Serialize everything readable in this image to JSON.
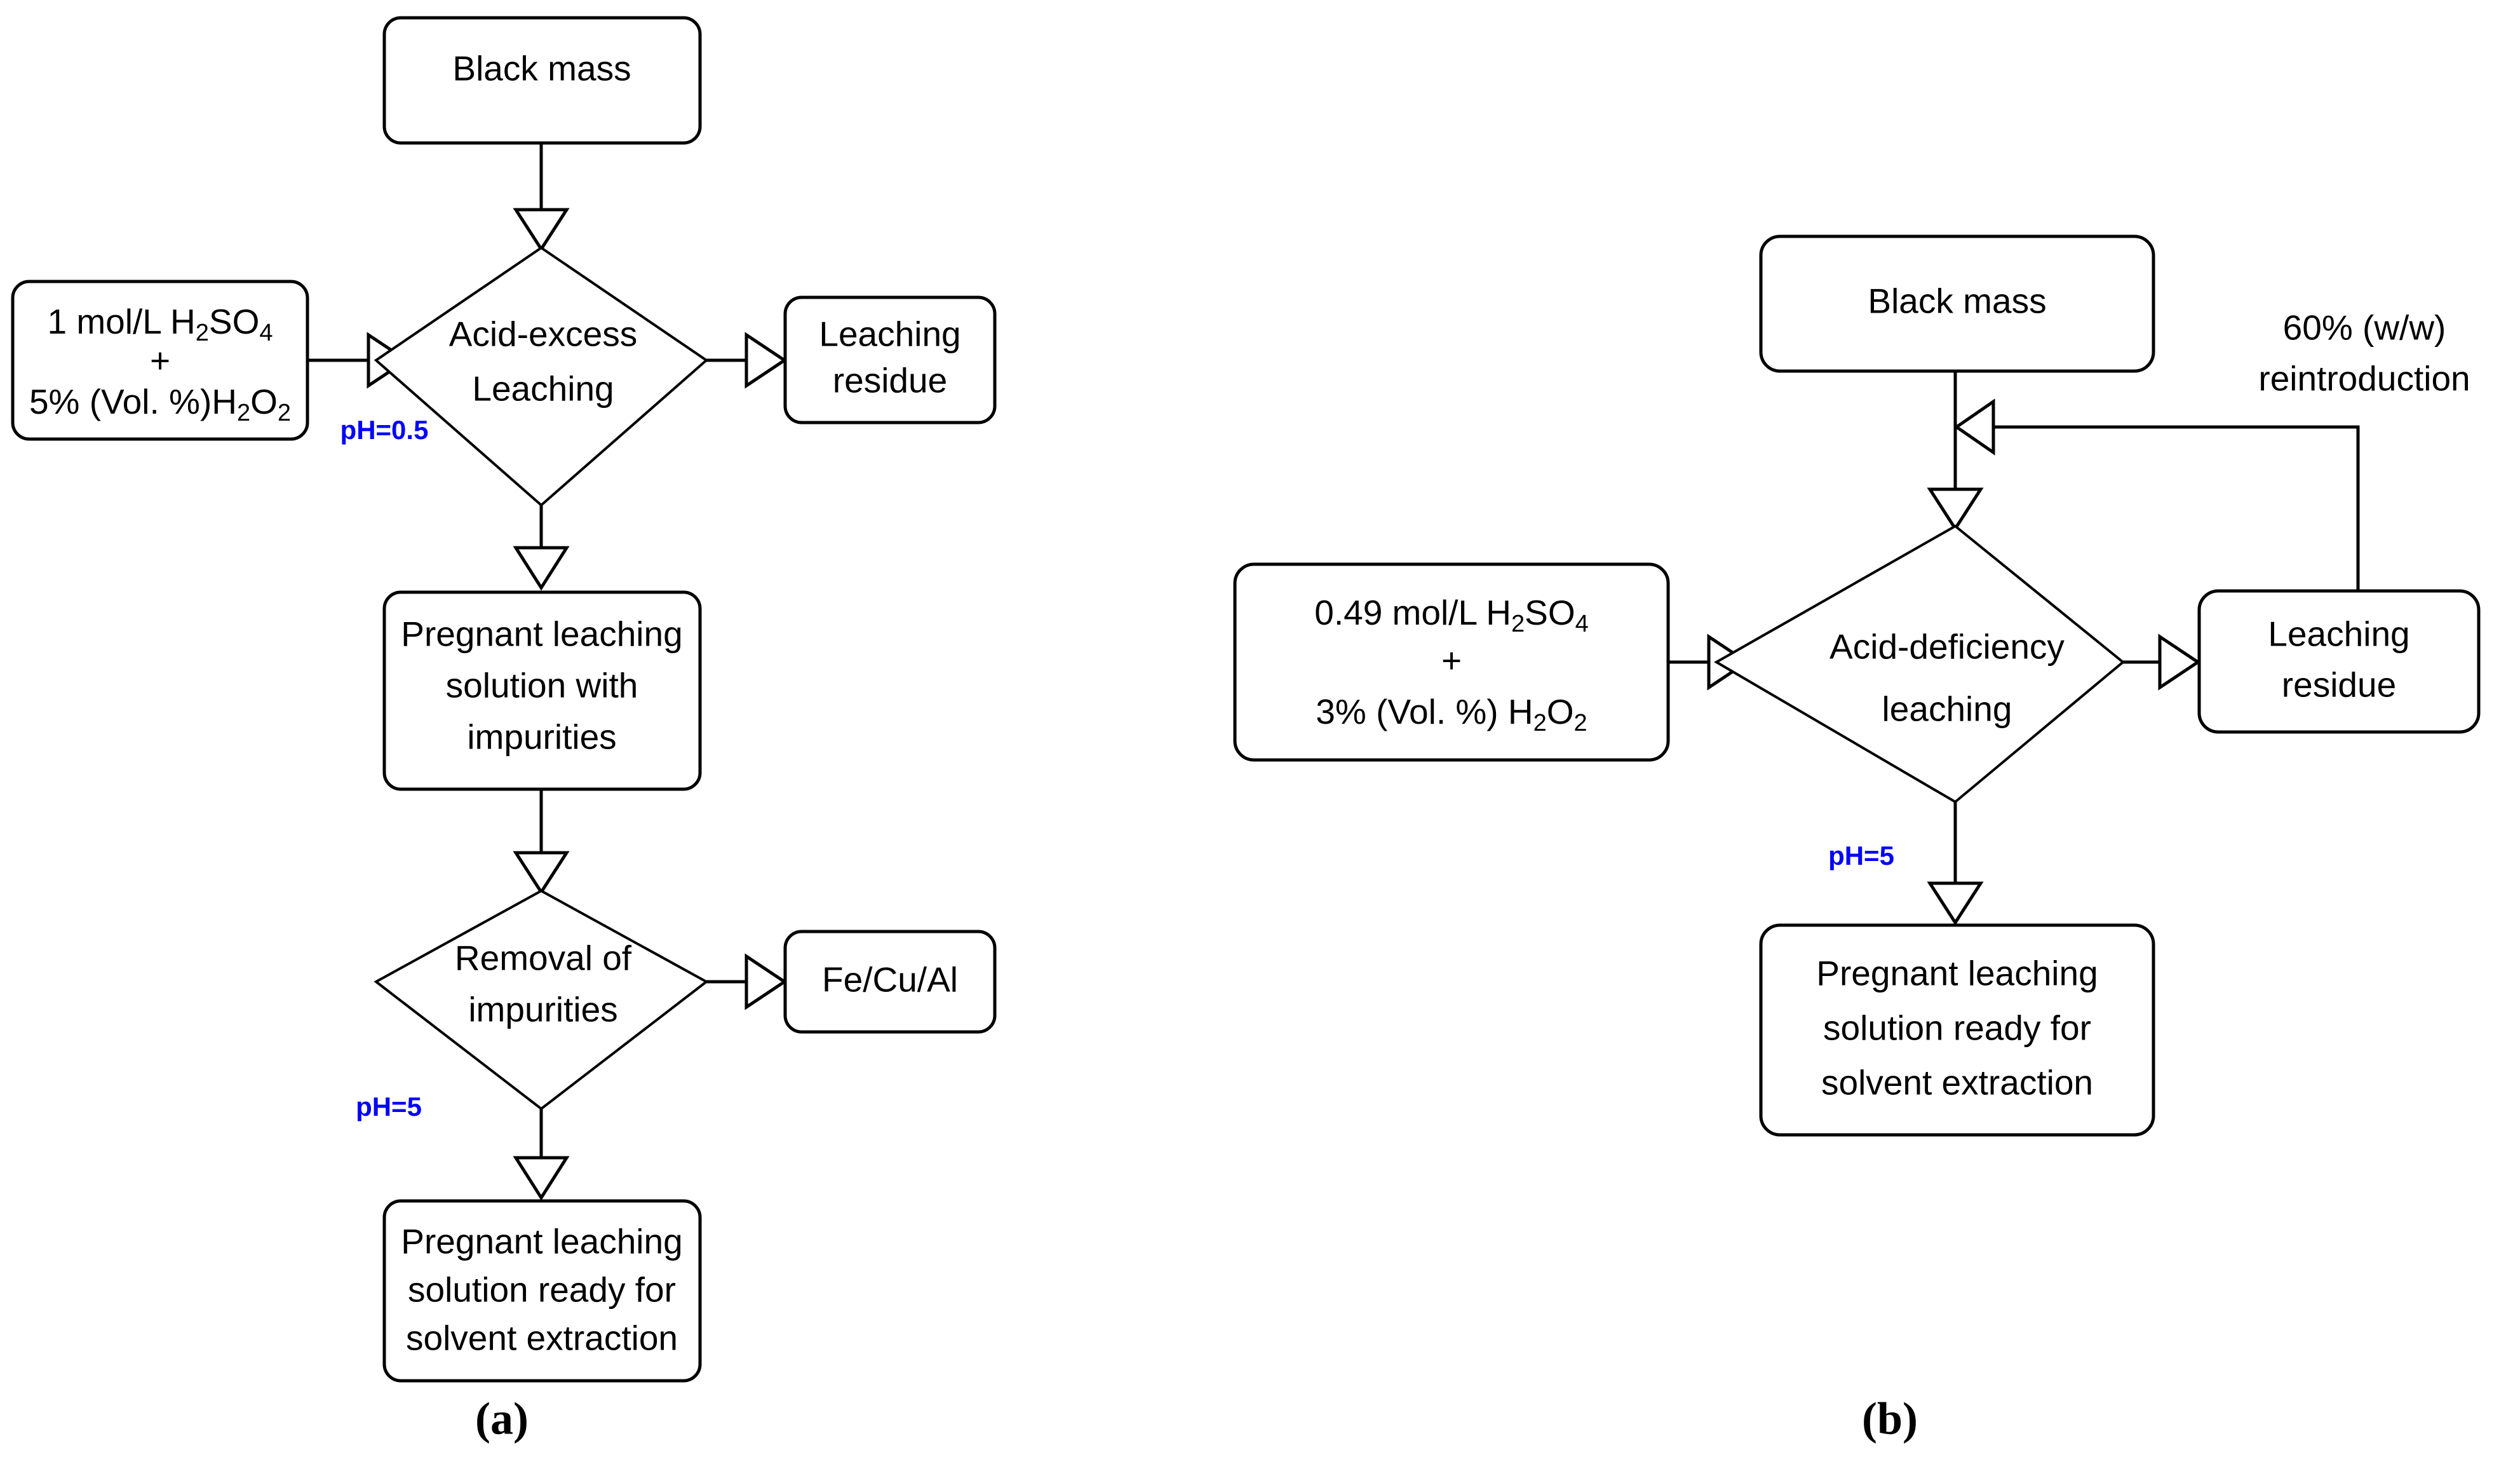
{
  "figure": {
    "background_color": "#ffffff",
    "line_color": "#000000",
    "ph_color": "#0000ff"
  },
  "panels": [
    {
      "caption": "(a)",
      "nodes": {
        "source": "Black mass",
        "reagent_line1": "1 mol/L H",
        "reagent_line1_sub1": "2",
        "reagent_line1_mid": "SO",
        "reagent_line1_sub2": "4",
        "reagent_plus": "+",
        "reagent_line3_pre": "5% (Vol. %)H",
        "reagent_line3_sub1": "2",
        "reagent_line3_mid": "O",
        "reagent_line3_sub2": "2",
        "process1_line1": "Acid-excess",
        "process1_line2": "Leaching",
        "residue_line1": "Leaching",
        "residue_line2": "residue",
        "pls_line1": "Pregnant leaching",
        "pls_line2": "solution with",
        "pls_line3": "impurities",
        "process2_line1": "Removal of",
        "process2_line2": "impurities",
        "byproduct": "Fe/Cu/Al",
        "final_line1": "Pregnant leaching",
        "final_line2": "solution ready for",
        "final_line3": "solvent extraction"
      },
      "edge_labels": {
        "ph_leaching": "pH=0.5",
        "ph_removal": "pH=5"
      }
    },
    {
      "caption": "(b)",
      "nodes": {
        "source": "Black mass",
        "reagent_line1": "0.49 mol/L H",
        "reagent_line1_sub1": "2",
        "reagent_line1_mid": "SO",
        "reagent_line1_sub2": "4",
        "reagent_plus": "+",
        "reagent_line3_pre": "3% (Vol. %) H",
        "reagent_line3_sub1": "2",
        "reagent_line3_mid": "O",
        "reagent_line3_sub2": "2",
        "process1_line1": "Acid-deficiency",
        "process1_line2": "leaching",
        "residue_line1": "Leaching",
        "residue_line2": "residue",
        "final_line1": "Pregnant leaching",
        "final_line2": "solution ready for",
        "final_line3": "solvent extraction"
      },
      "edge_labels": {
        "ph_leaching": "pH=5",
        "recycle_line1": "60% (w/w)",
        "recycle_line2": "reintroduction"
      }
    }
  ]
}
